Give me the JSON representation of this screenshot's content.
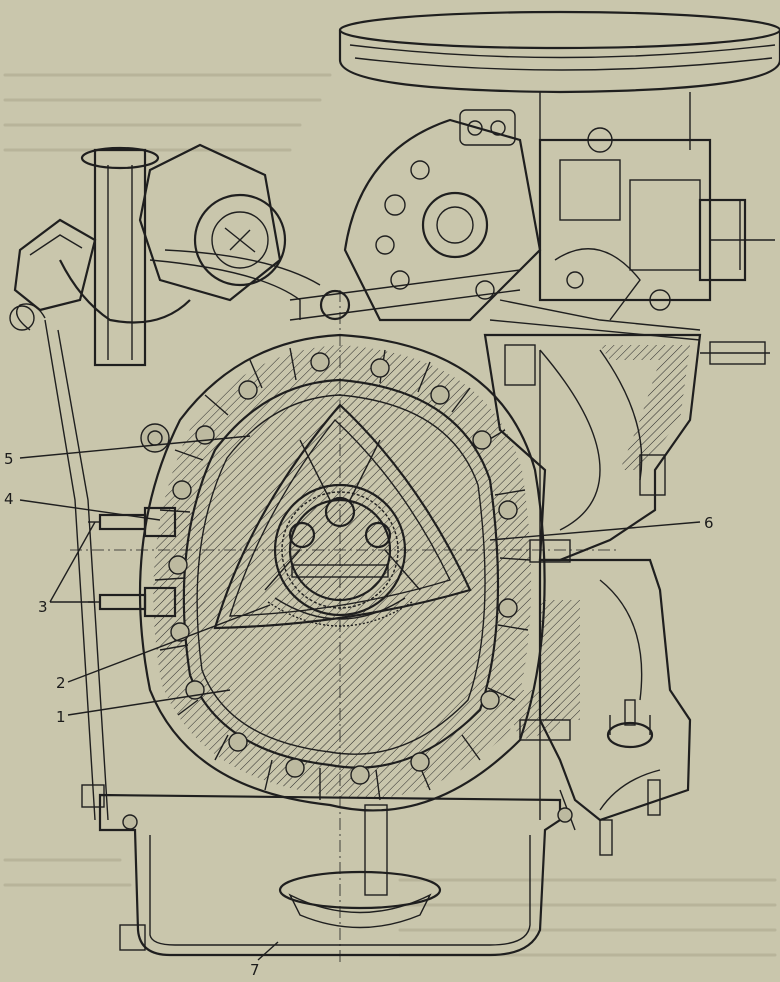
{
  "callouts": [
    {
      "id": "1",
      "text": "1"
    },
    {
      "id": "2",
      "text": "2"
    },
    {
      "id": "3",
      "text": "3"
    },
    {
      "id": "4",
      "text": "4"
    },
    {
      "id": "5",
      "text": "5"
    },
    {
      "id": "6",
      "text": "6"
    },
    {
      "id": "7",
      "text": "7"
    }
  ],
  "colors": {
    "paper": "#c9c6ac",
    "ink": "#1f1f1f"
  }
}
